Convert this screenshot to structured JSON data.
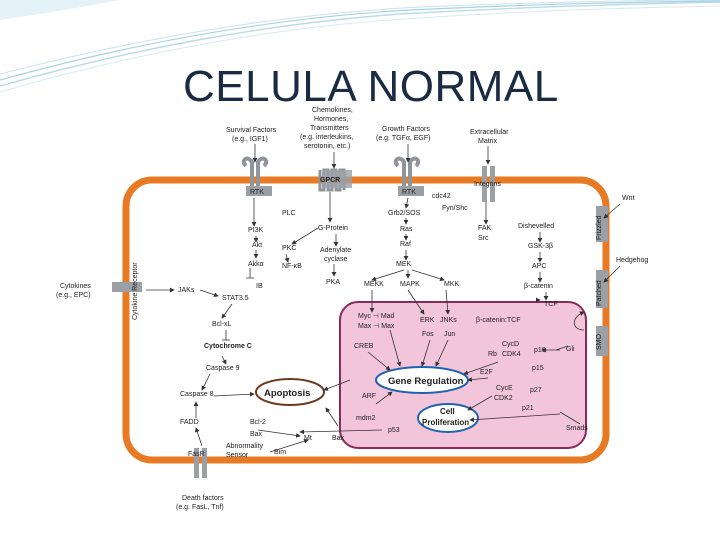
{
  "title": "CELULA NORMAL",
  "colors": {
    "cell_border": "#e87a24",
    "nucleus_fill": "#f2c5da",
    "nucleus_border": "#8a2a5a",
    "receptor": "#9aa0a6",
    "arrow": "#333333"
  },
  "receptors": {
    "rtk1": "RTK",
    "gpcr": "GPCR",
    "rtk2": "RTK",
    "integrins": "Integrins",
    "frizzled": "Frizzled",
    "patched": "Patched",
    "smo": "SMO",
    "cytokine_receptor": "Cytokine Receptor",
    "fasr": "FasR"
  },
  "outside": {
    "survival": [
      "Survival Factors",
      "(e.g., IGF1)"
    ],
    "chemokines": [
      "Chemokines,",
      "Hormones,",
      "Transmitters",
      "(e.g. interleukins,",
      "serotonin, etc.)"
    ],
    "growth": [
      "Growth Factors",
      "(e.g. TGFα, EGF)"
    ],
    "ecm": [
      "Extracellular",
      "Matrix"
    ],
    "wnt": "Wnt",
    "hedgehog": "Hedgehog",
    "cytokines": [
      "Cytokines",
      "(e.g., EPC)"
    ],
    "death": [
      "Death factors",
      "(e.g. FasL, Tnf)"
    ]
  },
  "cytoplasm": {
    "plc": "PLC",
    "gprotein": "G-Protein",
    "cdc42": "cdc42",
    "grb2": "Grb2/SOS",
    "fyn": "Fyn/Shc",
    "pi3k": "PI3K",
    "akt": "Akt",
    "akkα": "Akkα",
    "pkc": "PKC",
    "nfkb": "NF-κB",
    "adenylate": [
      "Adenylate",
      "cyclase"
    ],
    "pka": "PKA",
    "ras": "Ras",
    "raf": "Raf",
    "fak": "FAK",
    "src": "Src",
    "dishevelled": "Dishevelled",
    "gsk": "GSK-3β",
    "apc": "APC",
    "bcat": "β-catenin",
    "tcf": "TCF",
    "jaks": "JAKs",
    "stat": "STAT3.5",
    "ib": "IB",
    "bclxl": "Bcl-xL",
    "cytc": "Cytochrome C",
    "casp9": "Caspase 9",
    "casp8": "Caspase 8",
    "fadd": "FADD",
    "bcl2": "Bcl-2",
    "bax": "Bax",
    "mt": "Mt",
    "bax2": "Bax",
    "abnormality": [
      "Abnormality",
      "Sensor"
    ],
    "bim": "Bim",
    "mek": "MEK",
    "mekk": "MEKK",
    "mapk": "MAPK",
    "mkk": "MKK",
    "smads": "Smads",
    "gli": "Gli"
  },
  "nucleus": {
    "mycmad": "Myc ⊣ Mad",
    "maxmax": "Max ⊣ Max",
    "erk": "ERK",
    "jnks": "JNKs",
    "bcattcf": "β-catenin:TCF",
    "fos": "Fos",
    "jun": "Jun",
    "creb": "CREB",
    "cycd": "CycD",
    "rb": "Rb",
    "cdk4": "CDK4",
    "p16": "p16",
    "e2f": "E2F",
    "p15": "p15",
    "arf": "ARF",
    "cyce": "CycE",
    "cdk2": "CDK2",
    "p27": "p27",
    "p21": "p21",
    "mdm2": "mdm2",
    "p53": "p53"
  },
  "nodes": {
    "gene_regulation": "Gene Regulation",
    "apoptosis": "Apoptosis",
    "cell_prolif": [
      "Cell",
      "Proliferation"
    ]
  }
}
